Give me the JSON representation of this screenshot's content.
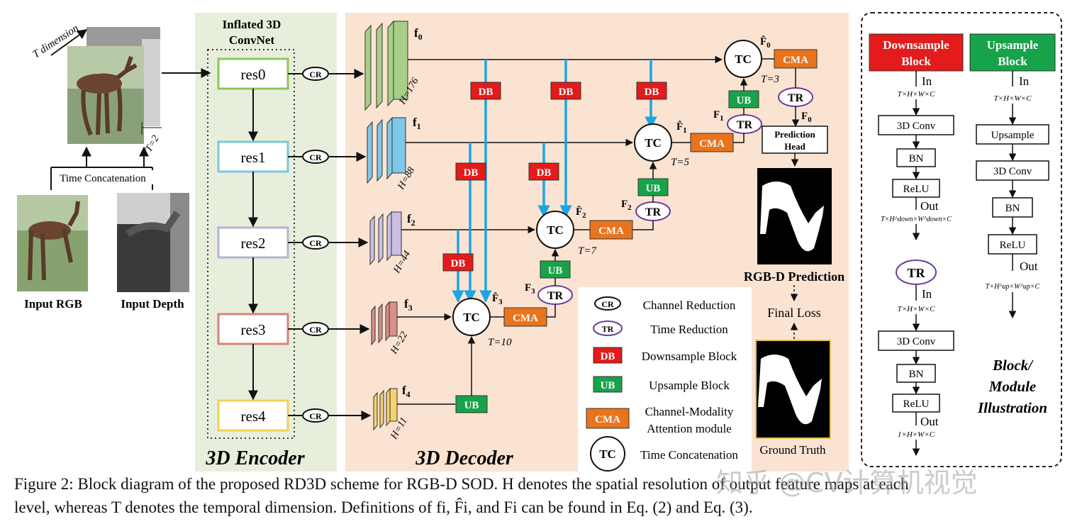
{
  "encoder": {
    "title_line1": "Inflated 3D",
    "title_line2": "ConvNet",
    "blocks": [
      "res0",
      "res1",
      "res2",
      "res3",
      "res4"
    ],
    "label": "3D Encoder"
  },
  "decoder": {
    "label": "3D Decoder"
  },
  "input": {
    "t_dimension": "T dimension",
    "t_value": "T=2",
    "time_concat": "Time Concatenation",
    "rgb_label": "Input RGB",
    "depth_label": "Input Depth"
  },
  "features": [
    {
      "name": "f0",
      "sub": "0",
      "h": "H=176"
    },
    {
      "name": "f1",
      "sub": "1",
      "h": "H=88"
    },
    {
      "name": "f2",
      "sub": "2",
      "h": "H=44"
    },
    {
      "name": "f3",
      "sub": "3",
      "h": "H=22"
    },
    {
      "name": "f4",
      "sub": "4",
      "h": "H=11"
    }
  ],
  "modules": {
    "cr": "CR",
    "db": "DB",
    "ub": "UB",
    "tc": "TC",
    "tr": "TR",
    "cma": "CMA"
  },
  "t_labels": [
    "T=3",
    "T=5",
    "T=7",
    "T=10"
  ],
  "fhat": [
    "F̂0",
    "F̂1",
    "F̂2",
    "F̂3"
  ],
  "F": [
    "F0",
    "F1",
    "F2",
    "F3"
  ],
  "prediction_head": [
    "Prediction",
    "Head"
  ],
  "rgbd_prediction": "RGB-D Prediction",
  "final_loss": "Final Loss",
  "ground_truth": "Ground Truth",
  "legend": [
    {
      "key": "cr",
      "lines": [
        "Channel Reduction"
      ]
    },
    {
      "key": "tr",
      "lines": [
        "Time Reduction"
      ]
    },
    {
      "key": "db",
      "lines": [
        "Downsample Block"
      ]
    },
    {
      "key": "ub",
      "lines": [
        "Upsample Block"
      ]
    },
    {
      "key": "cma",
      "lines": [
        "Channel-Modality",
        "Attention module"
      ]
    },
    {
      "key": "tc",
      "lines": [
        "Time Concatenation"
      ]
    }
  ],
  "illustration": {
    "down_title": [
      "Downsample",
      "Block"
    ],
    "up_title": [
      "Upsample",
      "Block"
    ],
    "in": "In",
    "out": "Out",
    "shape_in": "T×H×W×C",
    "shape_down_out": "T×H^down×W^down×C",
    "shape_up_out": "T×H^up×W^up×C",
    "shape_tr_out": "1×H×W×C",
    "conv": "3D Conv",
    "bn": "BN",
    "relu": "ReLU",
    "upsample": "Upsample",
    "tr": "TR",
    "caption": [
      "Block/",
      "Module",
      "Illustration"
    ]
  },
  "caption": {
    "line1": "Figure 2: Block diagram of the proposed RD3D scheme for RGB-D SOD. H denotes the spatial resolution of output feature maps at each",
    "line2": "level, whereas T denotes the temporal dimension. Definitions of fi, F̂i, and Fi can be found in Eq. (2) and Eq. (3)."
  },
  "watermark": "知乎 @CV计算机视觉",
  "colors": {
    "encoder_bg": "#e7efdc",
    "decoder_bg": "#fbe3d2",
    "db": "#e31b1b",
    "ub": "#17a34a",
    "cma": "#e8741c",
    "tr_border": "#6a3d99",
    "blue_arrow": "#1ba6e0",
    "res": [
      "#8fc55a",
      "#7cc7dd",
      "#b9b0d6",
      "#d9827a",
      "#f2cf5b"
    ],
    "feat": [
      "#a9cf86",
      "#7fc7e7",
      "#c9bfe3",
      "#d99089",
      "#f5d173"
    ]
  }
}
